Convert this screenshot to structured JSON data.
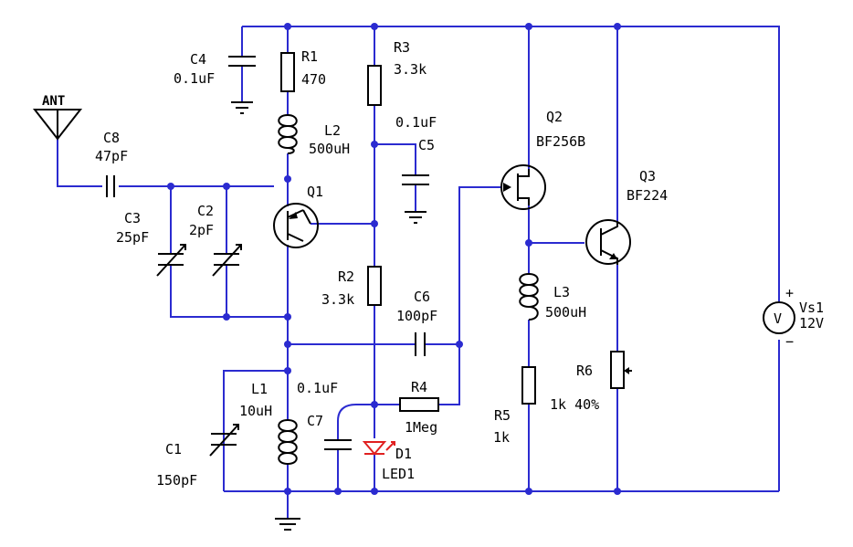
{
  "colors": {
    "wire": "#2b2bd0",
    "component": "#000000",
    "led": "#e02020",
    "background": "#ffffff"
  },
  "antenna": {
    "label": "ANT"
  },
  "components": {
    "c1": {
      "name": "C1",
      "value": "150pF"
    },
    "c2": {
      "name": "C2",
      "value": "2pF"
    },
    "c3": {
      "name": "C3",
      "value": "25pF"
    },
    "c4": {
      "name": "C4",
      "value": "0.1uF"
    },
    "c5": {
      "name": "C5",
      "value": "0.1uF"
    },
    "c6": {
      "name": "C6",
      "value": "100pF"
    },
    "c7": {
      "name": "C7",
      "value": "0.1uF"
    },
    "c8": {
      "name": "C8",
      "value": "47pF"
    },
    "r1": {
      "name": "R1",
      "value": "470"
    },
    "r2": {
      "name": "R2",
      "value": "3.3k"
    },
    "r3": {
      "name": "R3",
      "value": "3.3k"
    },
    "r4": {
      "name": "R4",
      "value": "1Meg"
    },
    "r5": {
      "name": "R5",
      "value": "1k"
    },
    "r6": {
      "name": "R6",
      "value": "1k 40%"
    },
    "l1": {
      "name": "L1",
      "value": "10uH"
    },
    "l2": {
      "name": "L2",
      "value": "500uH"
    },
    "l3": {
      "name": "L3",
      "value": "500uH"
    },
    "q1": {
      "name": "Q1"
    },
    "q2": {
      "name": "Q2",
      "value": "BF256B"
    },
    "q3": {
      "name": "Q3",
      "value": "BF224"
    },
    "d1": {
      "name": "D1",
      "value": "LED1"
    },
    "vs1": {
      "name": "Vs1",
      "value": "12V",
      "symbol": "V",
      "plus": "+",
      "minus": "−"
    }
  }
}
